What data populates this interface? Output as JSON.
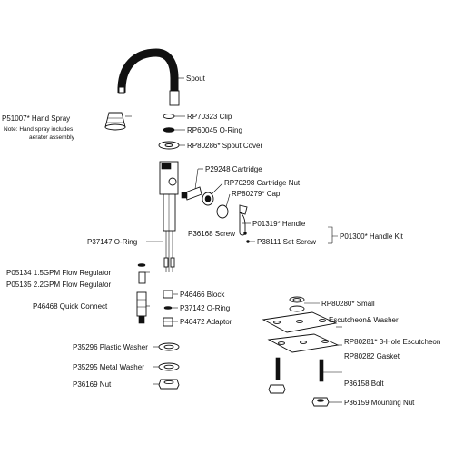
{
  "labels": {
    "spout": "Spout",
    "hand_spray": "P51007* Hand Spray",
    "hand_spray_note_1": "Note: Hand spray includes",
    "hand_spray_note_2": "aerator assembly",
    "clip": "RP70323 Clip",
    "oring_top": "RP60045 O-Ring",
    "spout_cover": "RP80286* Spout Cover",
    "cartridge": "P29248 Cartridge",
    "cartridge_nut": "RP70298 Cartridge Nut",
    "cap": "RP80279* Cap",
    "handle": "P01319* Handle",
    "handle_kit": "P01300* Handle Kit",
    "screw": "P36168 Screw",
    "set_screw": "P38111 Set Screw",
    "oring_hose": "P37147 O-Ring",
    "flow_15": "P05134 1.5GPM Flow Regulator",
    "flow_22": "P05135 2.2GPM Flow Regulator",
    "quick_connect": "P46468 Quick Connect",
    "block": "P46466 Block",
    "oring_small": "P37142 O-Ring",
    "adaptor": "P46472 Adaptor",
    "plastic_washer": "P35296 Plastic Washer",
    "metal_washer": "P35295 Metal Washer",
    "nut": "P36169 Nut",
    "small_escutcheon_1": "RP80280* Small",
    "small_escutcheon_2": "Escutcheon& Washer",
    "three_hole_escutcheon": "RP80281* 3-Hole Escutcheon",
    "gasket": "RP80282 Gasket",
    "bolt": "P36158 Bolt",
    "mounting_nut": "P36159 Mounting Nut"
  }
}
